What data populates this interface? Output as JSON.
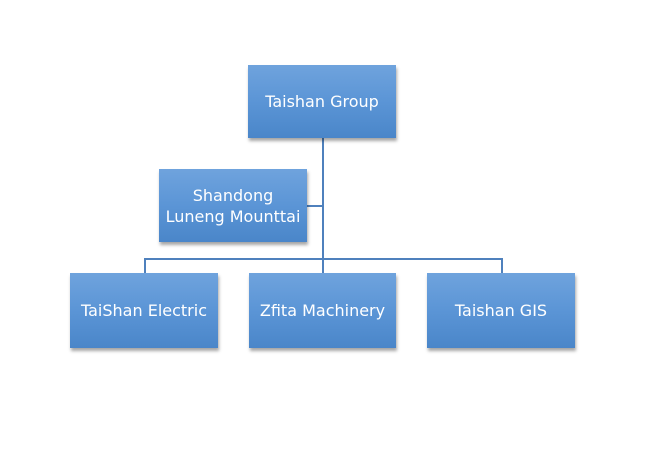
{
  "diagram": {
    "type": "organization-chart",
    "root": {
      "label": "Taishan Group"
    },
    "assistant": {
      "label": "Shandong\nLuneng Mounttai"
    },
    "children": [
      {
        "label": "TaiShan Electric"
      },
      {
        "label": "Zfita Machinery"
      },
      {
        "label": "Taishan GIS"
      }
    ],
    "colors": {
      "box_fill": "#5b95d6",
      "connector": "#4f81bd",
      "text": "#ffffff"
    }
  }
}
